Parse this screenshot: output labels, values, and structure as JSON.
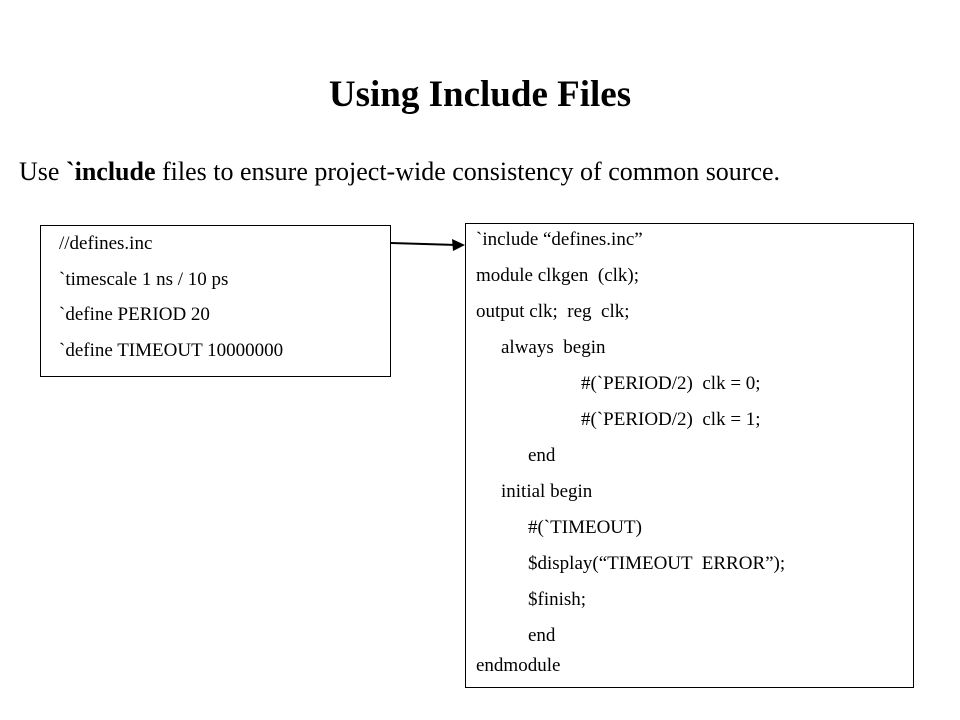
{
  "slide": {
    "title": "Using Include Files",
    "subtitle": {
      "prefix": "Use ",
      "keyword": "`include",
      "suffix": " files to ensure project-wide consistency of common source."
    }
  },
  "defines_file": {
    "lines": [
      "//defines.inc",
      "`timescale 1 ns / 10 ps",
      "`define PERIOD 20",
      "`define TIMEOUT 10000000"
    ]
  },
  "module_file": {
    "lines": [
      "`include “defines.inc”",
      "module clkgen  (clk);",
      "output clk;  reg  clk;",
      "always  begin",
      "#(`PERIOD/2)  clk = 0;",
      "#(`PERIOD/2)  clk = 1;",
      "end",
      "initial begin",
      "#(`TIMEOUT)",
      "$display(“TIMEOUT  ERROR”);",
      "$finish;",
      "end",
      "endmodule"
    ]
  }
}
